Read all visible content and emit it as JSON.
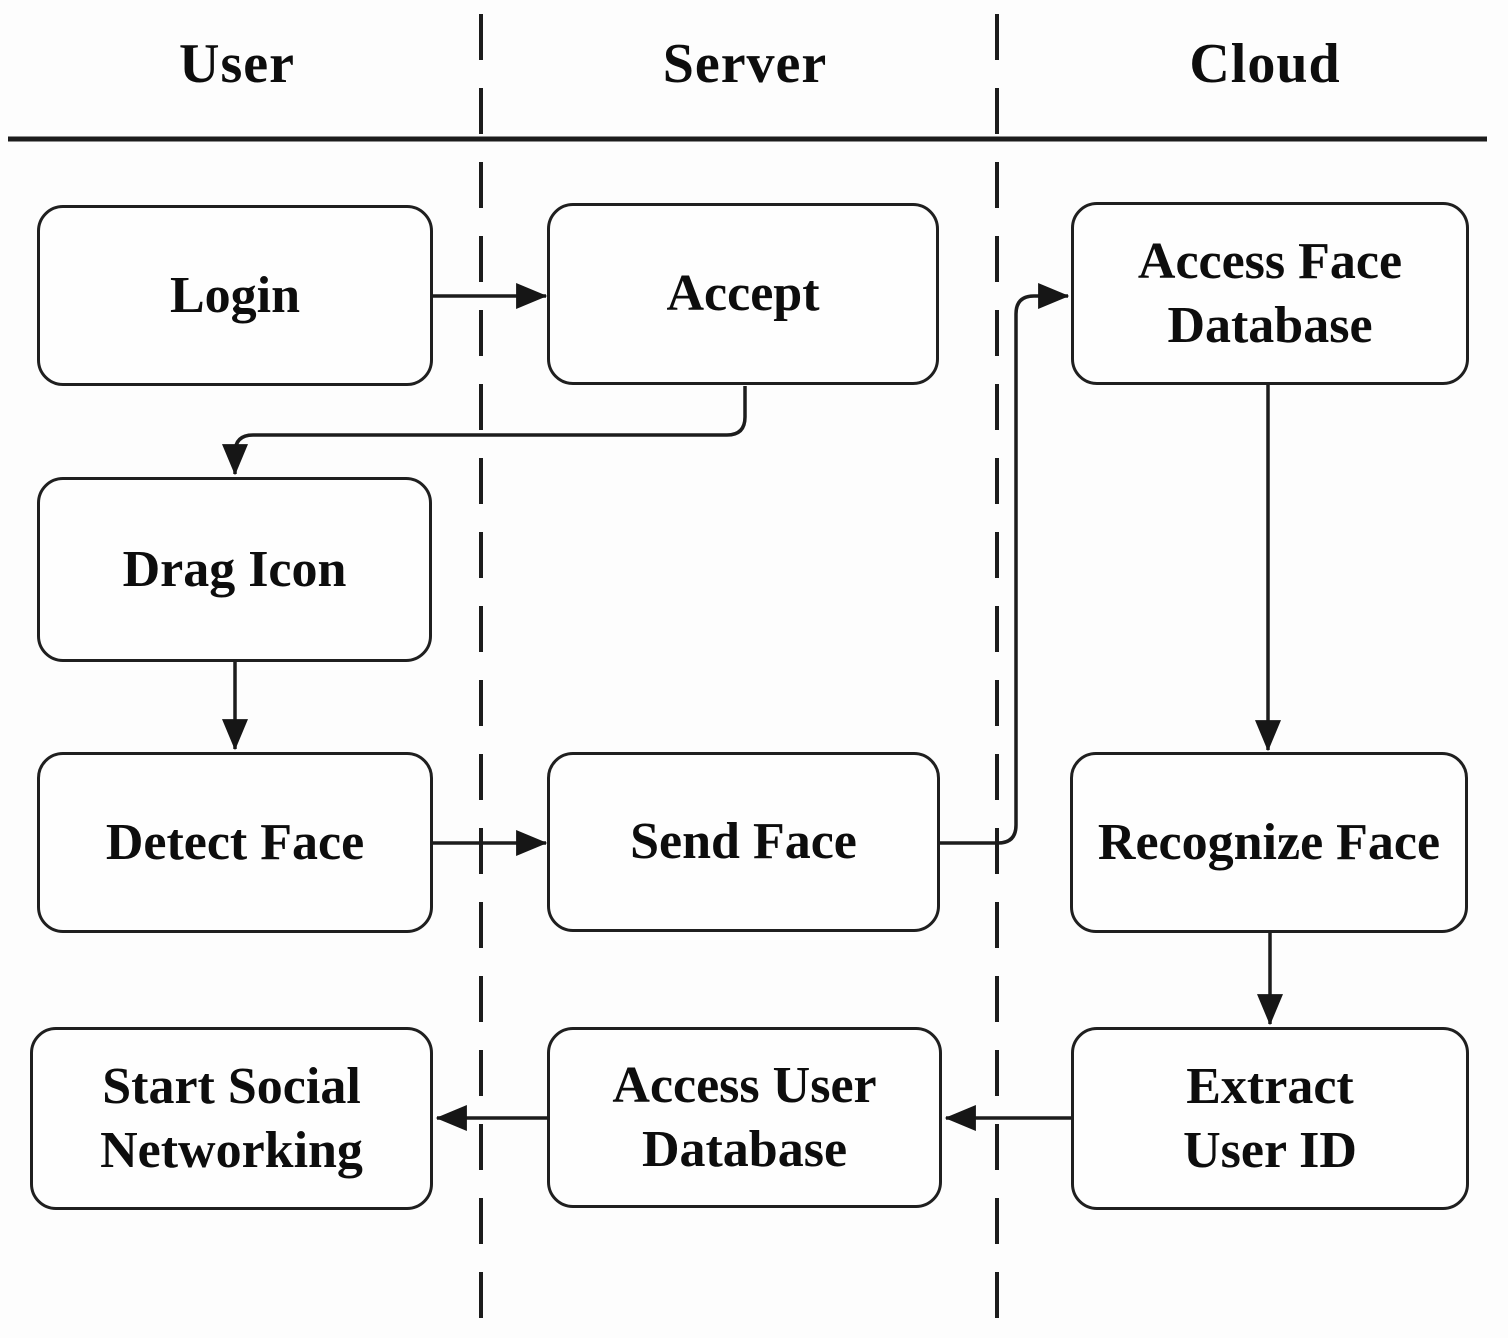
{
  "diagram": {
    "type": "swimlane-flowchart",
    "lanes": [
      {
        "label": "User"
      },
      {
        "label": "Server"
      },
      {
        "label": "Cloud"
      }
    ],
    "nodes": [
      {
        "id": "login",
        "lane": "User",
        "lines": [
          "Login"
        ]
      },
      {
        "id": "accept",
        "lane": "Server",
        "lines": [
          "Accept"
        ]
      },
      {
        "id": "access-face-database",
        "lane": "Cloud",
        "lines": [
          "Access Face",
          "Database"
        ]
      },
      {
        "id": "drag-icon",
        "lane": "User",
        "lines": [
          "Drag Icon"
        ]
      },
      {
        "id": "detect-face",
        "lane": "User",
        "lines": [
          "Detect Face"
        ]
      },
      {
        "id": "send-face",
        "lane": "Server",
        "lines": [
          "Send Face"
        ]
      },
      {
        "id": "recognize-face",
        "lane": "Cloud",
        "lines": [
          "Recognize Face"
        ]
      },
      {
        "id": "start-social-networking",
        "lane": "User",
        "lines": [
          "Start Social",
          "Networking"
        ]
      },
      {
        "id": "access-user-database",
        "lane": "Server",
        "lines": [
          "Access User",
          "Database"
        ]
      },
      {
        "id": "extract-user-id",
        "lane": "Cloud",
        "lines": [
          "Extract",
          "User ID"
        ]
      }
    ],
    "edges": [
      {
        "from": "login",
        "to": "accept"
      },
      {
        "from": "accept",
        "to": "drag-icon"
      },
      {
        "from": "drag-icon",
        "to": "detect-face"
      },
      {
        "from": "detect-face",
        "to": "send-face"
      },
      {
        "from": "send-face",
        "to": "access-face-database"
      },
      {
        "from": "access-face-database",
        "to": "recognize-face"
      },
      {
        "from": "recognize-face",
        "to": "extract-user-id"
      },
      {
        "from": "extract-user-id",
        "to": "access-user-database"
      },
      {
        "from": "access-user-database",
        "to": "start-social-networking"
      }
    ],
    "colors": {
      "stroke": "#1c1c1c",
      "text": "#0d0d0d",
      "background": "#fdfdfd",
      "node_fill": "#fefefe"
    }
  }
}
